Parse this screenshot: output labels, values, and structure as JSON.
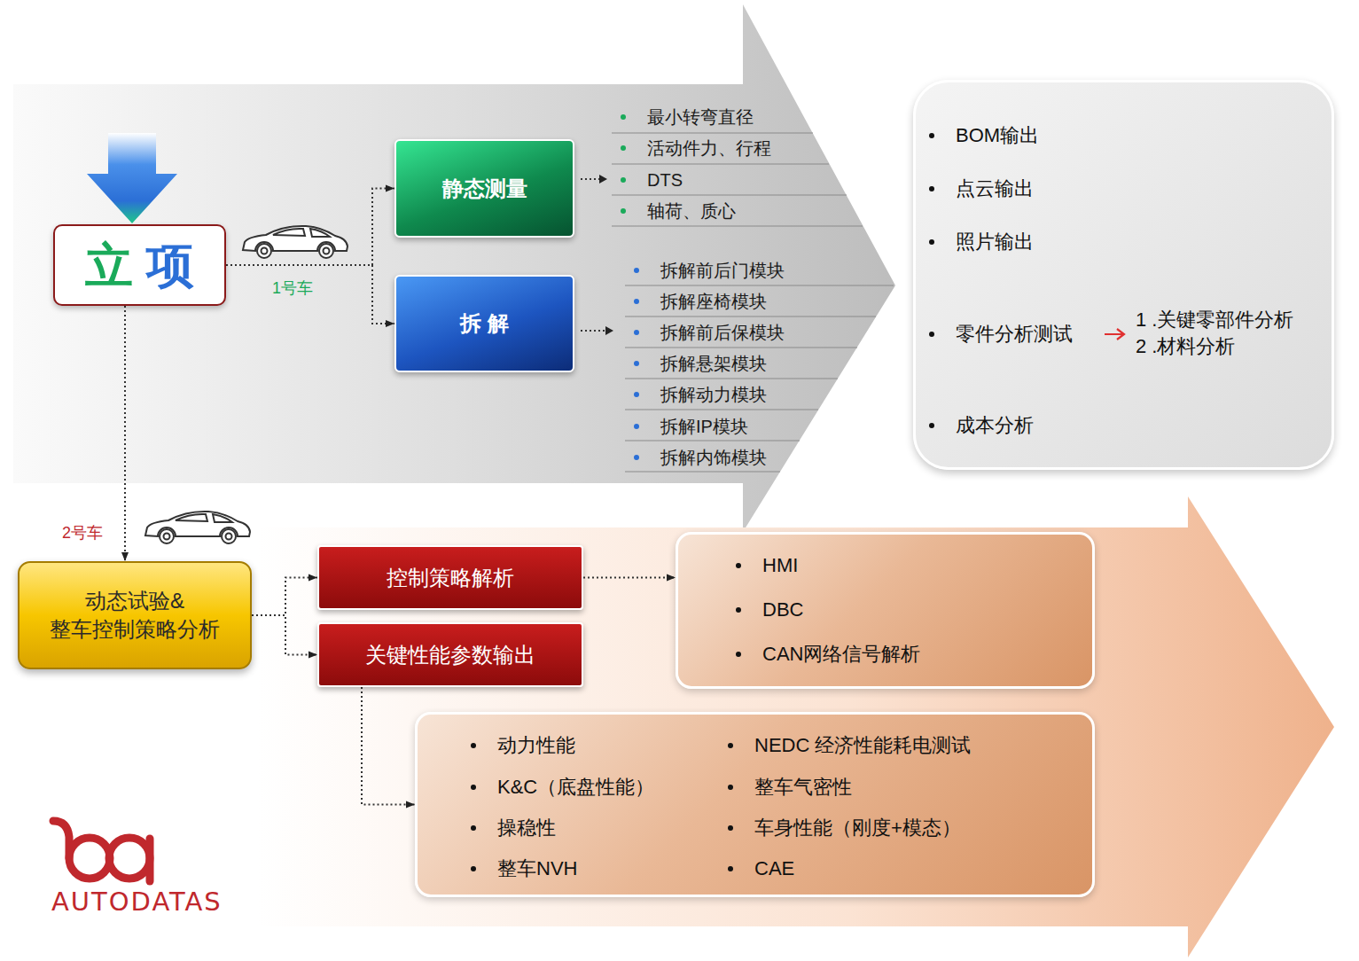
{
  "diagram": {
    "nodes": [
      {
        "text": [
          "立 项"
        ]
      },
      {
        "text": [
          "静态测量"
        ]
      },
      {
        "text": [
          "拆 解"
        ]
      },
      {
        "text": [
          "BOM输出",
          "点云输出",
          "照片输出",
          "零件分析测试",
          "1 .关键零部件分析",
          "2 .材料分析",
          "成本分析"
        ]
      },
      {
        "text": [
          "动态试验& 整车控制策略分析"
        ]
      },
      {
        "text": [
          "控制策略解析"
        ]
      },
      {
        "text": [
          "关键性能参数输出"
        ]
      },
      {
        "text": [
          "HMI",
          "DBC",
          "CAN网络信号解析"
        ]
      },
      {
        "text": [
          "动力性能",
          "K&C（底盘性能）",
          "操稳性",
          "整车NVH",
          "NEDC 经济性能耗电测试",
          "整车气密性",
          "车身性能（刚度+模态）",
          "CAE"
        ]
      }
    ],
    "edges": [
      {
        "from": 0,
        "to": 1,
        "arrow": "to",
        "label": "1号车"
      },
      {
        "from": 0,
        "to": 2,
        "arrow": "to"
      },
      {
        "from": 0,
        "to": 4,
        "arrow": "to",
        "label": "2号车"
      },
      {
        "from": 4,
        "to": 5,
        "arrow": "to"
      },
      {
        "from": 4,
        "to": 6,
        "arrow": "to"
      },
      {
        "from": 5,
        "to": 7,
        "arrow": "to"
      },
      {
        "from": 6,
        "to": 8,
        "arrow": "to"
      }
    ],
    "labels": [
      "最小转弯直径",
      "活动件力、行程",
      "DTS",
      "轴荷、质心",
      "拆解前后门模块",
      "拆解座椅模块",
      "拆解前后保模块",
      "拆解悬架模块",
      "拆解动力模块",
      "拆解IP模块",
      "拆解内饰模块",
      "AUTODATAS"
    ]
  }
}
